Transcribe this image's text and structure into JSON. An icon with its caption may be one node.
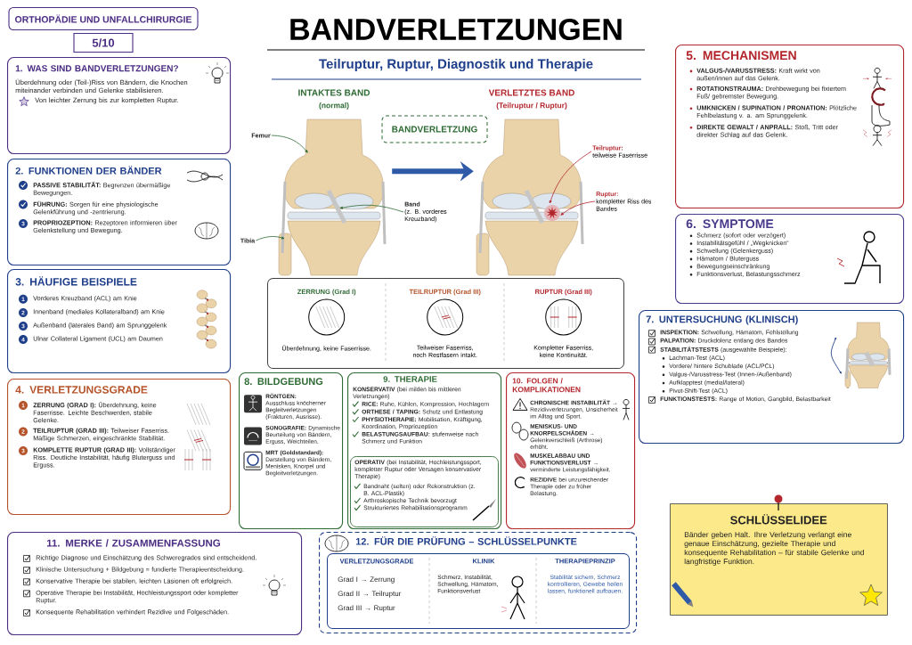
{
  "diagram": {
    "title": "BANDVERLETZUNGEN",
    "nodes": [
      {
        "text": [
          "ORTHOPÄDIE UND UNFALLCHIRURGIE"
        ]
      },
      {
        "text": [
          "5/10"
        ]
      },
      {
        "text": [
          "1. WAS SIND BANDVERLETZUNGEN?",
          "Überdehnung oder (Teil-)Riss von Bändern, die Knochen miteinander verbinden und Gelenke stabilisieren.",
          "Von leichter Zerrung bis zur kompletten Ruptur."
        ]
      },
      {
        "text": [
          "2. FUNKTIONEN DER BÄNDER",
          "**PASSIVE STABILITÄT:** Begrenzen übermäßige Bewegungen.",
          "**FÜHRUNG:** Sorgen für eine physiologische Gelenkführung und -zentrierung.",
          "**PROPRIOZEPTION:** Rezeptoren informieren über Gelenkstellung und Bewegung."
        ]
      },
      {
        "text": [
          "3. HÄUFIGE BEISPIELE",
          "Vorderes Kreuzband (ACL) am Knie",
          "Innenband (mediales Kollateralband) am Knie",
          "Außenband (laterales Band) am Sprunggelenk",
          "Ulnar Collateral Ligament (UCL) am Daumen"
        ]
      },
      {
        "text": [
          "4. VERLETZUNGSGRADE",
          "**ZERRUNG (GRAD I):** Überdehnung, keine Faserrisse. Leichte Beschwerden, stabile Gelenke.",
          "**TEILRUPTUR (GRAD III):** Teilweiser Faserriss. Mäßige Schmerzen, eingeschränkte Stabilität.",
          "**KOMPLETTE RUPTUR (GRAD III):** Vollständiger Riss. Deutliche Instabilität, häufig Bluterguss und Erguss."
        ]
      },
      {
        "text": [],
        "shape": "picture",
        "beside": [
          "INTAKTES BAND",
          "(normal)"
        ]
      },
      {
        "text": [
          "BANDVERLETZUNG"
        ]
      },
      {
        "text": [],
        "shape": "picture",
        "beside": [
          "VERLETZTES BAND",
          "(Teilruptur / Ruptur)"
        ]
      },
      {
        "text": [
          "Femur"
        ]
      },
      {
        "text": [
          "Band",
          "(z. B. vorderes Kreuzband)"
        ]
      },
      {
        "text": [
          "Tibia"
        ]
      },
      {
        "text": [
          "Teilruptur:",
          "teilweise Faserrisse"
        ]
      },
      {
        "text": [
          "Ruptur:",
          "kompletter Riss des Bandes"
        ]
      },
      {
        "text": [],
        "shape": "box"
      },
      {
        "text": [
          "ZERRUNG (Grad I)",
          "Überdehnung, keine Faserrisse."
        ],
        "in": 14
      },
      {
        "text": [
          "TEILRUPTUR (Grad III)",
          "Teilweiser Faserriss, noch Restfasern intakt."
        ],
        "in": 14
      },
      {
        "text": [
          "RUPTUR (Grad III)",
          "Kompletter Faserriss, keine Kontinuität."
        ],
        "in": 14
      },
      {
        "text": [
          "8. BILDGEBUNG",
          "**RÖNTGEN:** Ausschluss knöcherner Begleitverletzungen (Frakturen, Ausrisse).",
          "**SONOGRAFIE:** Dynamische Beurteilung von Bändern, Erguss, Weichteilen.",
          "**MRT (Goldstandard):** Darstellung von Bändern, Menisken, Knorpel und Begleitverletzungen."
        ]
      },
      {
        "text": [
          "9. THERAPIE",
          "**KONSERVATIV** (bei milden bis mittleren Verletzungen)",
          "**RICE:** Ruhe, Kühlen, Kompression, Hochlagern",
          "**ORTHESE / TAPING:** Schutz und Entlastung",
          "**PHYSIOTHERAPIE:** Mobilisation, Kräftigung, Koordination, Propriozeption",
          "**BELASTUNGSAUFBAU:** stufenweise nach Schmerz und Funktion"
        ]
      },
      {
        "text": [
          "**OPERATIV** (bei Instabilität, Hochleistungssport, kompletter Ruptur oder Versagen konservativer Therapie)",
          "Bandnaht (selten) oder Rekonstruktion (z. B. ACL-Plastik)",
          "Arthroskopische Technik bevorzugt",
          "Strukturiertes Rehabilitationsprogramm"
        ],
        "in": 19
      },
      {
        "text": [
          "10. FOLGEN / KOMPLIKATIONEN",
          "**CHRONISCHE INSTABILITÄT →** Rezidivverletzungen, Unsicherheit im Alltag und Sport.",
          "**MENISKUS- UND KNORPELSCHÄDEN →** Gelenkverschleiß (Arthrose) erhöht.",
          "**MUSKELABBAU UND FUNKTIONSVERLUST →** verminderte Leistungsfähigkeit.",
          "**REZIDIVE** bei unzureichender Therapie oder zu früher Belastung."
        ]
      },
      {
        "text": [
          "11. MERKE / ZUSAMMENFASSUNG",
          "Richtige Diagnose und Einschätzung des Schweregrades sind entscheidend.",
          "Klinische Untersuchung + Bildgebung = fundierte Therapieentscheidung.",
          "Konservative Therapie bei stabilen, leichten Läsionen oft erfolgreich.",
          "Operative Therapie bei Instabilität, Hochleistungssport oder kompletter Ruptur.",
          "Konsequente Rehabilitation verhindert Rezidive und Folgeschäden."
        ]
      },
      {
        "text": [
          "12. FÜR DIE PRÜFUNG – SCHLÜSSELPUNKTE"
        ]
      },
      {
        "text": [
          "VERLETZUNGSGRADE",
          "Grad I → Zerrung",
          "Grad II → Teilruptur",
          "Grad III → Ruptur",
          "KLINIK",
          "Schmerz, Instabilität, Schwellung, Hämatom, Funktionsverlust",
          "THERAPIEPRINZIP",
          "Stabilität sichern, Schmerz kontrollieren, Gewebe heilen lassen, funktionell aufbauen."
        ],
        "in": 23
      },
      {
        "text": [
          "5. MECHANISMEN",
          "**VALGUS-/VARUSSTRESS:** Kraft wirkt von außen/innen auf das Gelenk.",
          "**ROTATIONSTRAUMA:** Drehbewegung bei fixiertem Fuß/ gebremster Bewegung.",
          "**UMKNICKEN / SUPINATION / PRONATION:** Plötzliche Fehlbelastung v. a. am Sprunggelenk.",
          "**DIREKTE GEWALT / ANPRALL:** Stoß, Tritt oder direkter Schlag auf das Gelenk."
        ]
      },
      {
        "text": [
          "6. SYMPTOME",
          "Schmerz (sofort oder verzögert)",
          "Instabilitätsgefühl / „Wegknicken“",
          "Schwellung (Gelenkerguss)",
          "Hämatom / Bluterguss",
          "Bewegungseinschränkung",
          "Funktionsverlust, Belastungsschmerz"
        ]
      },
      {
        "text": [
          "7. UNTERSUCHUNG (KLINISCH)",
          "**INSPEKTION:** Schwellung, Hämatom, Fehlstellung",
          "**PALPATION:** Druckdolenz entlang des Bandes",
          "**STABILITÄTSTESTS** (ausgewählte Beispiele):",
          "Lachman-Test (ACL)",
          "Vordere/ hintere Schublade (ACL/PCL)",
          "Valgus-/Varusstress-Test (Innen-/Außenband)",
          "Aufklapptest (medial/lateral)",
          "Pivot-Shift-Test (ACL)",
          "**FUNKTIONSTESTS:** Range of Motion, Gangbild, Belastbarkeit"
        ]
      },
      {
        "text": [
          "SCHLÜSSELIDEE",
          "Bänder geben Halt. Ihre Verletzung verlangt eine genaue Einschätzung, gezielte Therapie und konsequente Rehabilitation – für stabile Gelenke und langfristige Funktion."
        ]
      }
    ],
    "edges": [
      {
        "from": 6,
        "to": 8,
        "arrow": "to",
        "style": "thick",
        "color": "#2f5aa8"
      },
      {
        "from": 9,
        "to": 6,
        "arrow": "to",
        "color": "#2e6b34"
      },
      {
        "from": 10,
        "to": 6,
        "arrow": "to",
        "color": "#2e6b34"
      },
      {
        "from": 11,
        "to": 6,
        "arrow": "to",
        "color": "#2e6b34"
      },
      {
        "from": 12,
        "to": 8,
        "arrow": "to",
        "color": "#b3262d"
      },
      {
        "from": 13,
        "to": 8,
        "arrow": "to",
        "color": "#b3262d"
      }
    ],
    "labels": [
      "Teilruptur, Ruptur, Diagnostik und Therapie",
      "3",
      "1",
      "2",
      "3",
      "4",
      "1",
      "2",
      "3"
    ]
  }
}
